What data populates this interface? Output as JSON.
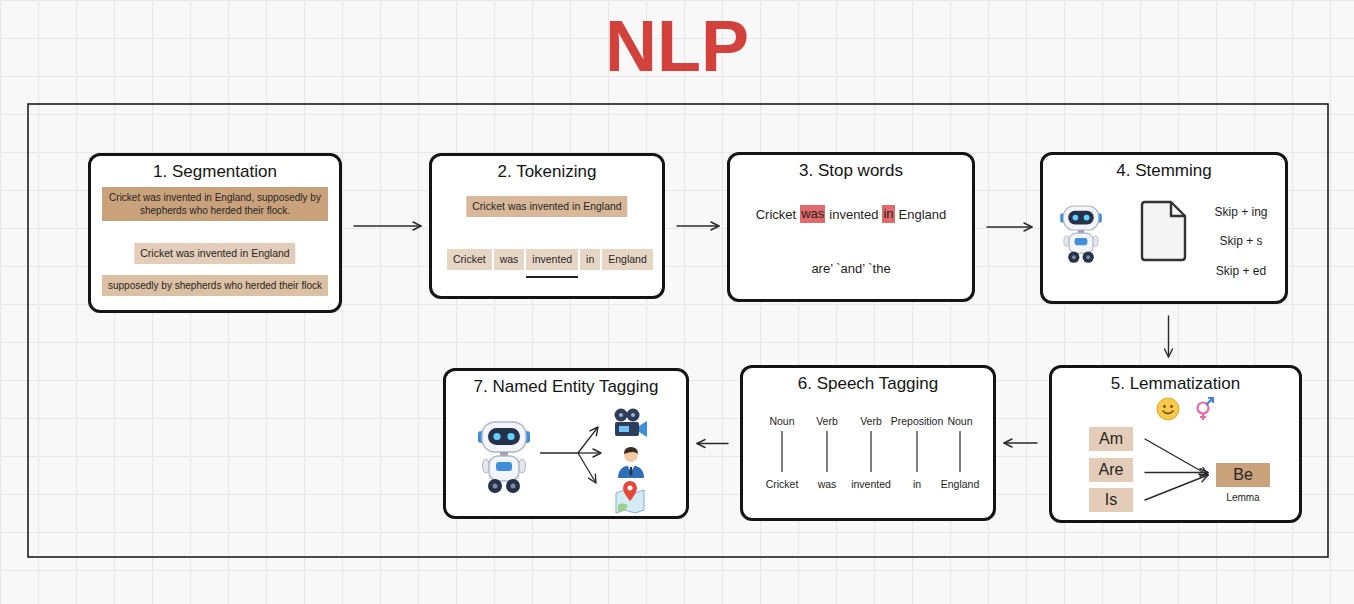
{
  "diagram": {
    "title": "NLP",
    "nodes": [
      {
        "text": [
          "1. Segmentation"
        ]
      },
      {
        "text": [
          "Cricket was invented in England, supposedly by shepherds who herded their flock."
        ],
        "in": 0
      },
      {
        "text": [
          "Cricket was invented in England"
        ],
        "in": 0
      },
      {
        "text": [
          "supposedly by shepherds who herded their flock"
        ],
        "in": 0
      },
      {
        "text": [
          "2. Tokenizing"
        ]
      },
      {
        "text": [
          "Cricket was invented in England"
        ],
        "in": 4
      },
      {
        "text": [
          "Cricket"
        ],
        "in": 4
      },
      {
        "text": [
          "was"
        ],
        "in": 4
      },
      {
        "text": [
          "invented"
        ],
        "in": 4
      },
      {
        "text": [
          "in"
        ],
        "in": 4
      },
      {
        "text": [
          "England"
        ],
        "in": 4
      },
      {
        "text": [
          "3. Stop words",
          "Cricket",
          "invented",
          "England",
          "are’ `and’ `the"
        ]
      },
      {
        "text": [
          "was"
        ],
        "in": 11
      },
      {
        "text": [
          "in"
        ],
        "in": 11
      },
      {
        "text": [
          "4. Stemming",
          "Skip + ing",
          "Skip + s",
          "Skip + ed"
        ]
      },
      {
        "text": [
          "5. Lemmatization",
          "Lemma"
        ]
      },
      {
        "text": [
          "Am"
        ],
        "in": 15
      },
      {
        "text": [
          "Are"
        ],
        "in": 15
      },
      {
        "text": [
          "Is"
        ],
        "in": 15
      },
      {
        "text": [
          "Be"
        ],
        "in": 15
      },
      {
        "text": [
          "6. Speech Tagging",
          "Noun",
          "Verb",
          "Verb",
          "Preposition",
          "Noun",
          "Cricket",
          "was",
          "invented",
          "in",
          "England"
        ]
      },
      {
        "text": [
          "7. Named Entity Tagging"
        ]
      }
    ],
    "edges": [
      {
        "from": 0,
        "to": 4,
        "arrow": "to"
      },
      {
        "from": 4,
        "to": 11,
        "arrow": "to"
      },
      {
        "from": 11,
        "to": 14,
        "arrow": "to"
      },
      {
        "from": 14,
        "to": 15,
        "arrow": "to"
      },
      {
        "from": 16,
        "to": 19,
        "arrow": "to"
      },
      {
        "from": 17,
        "to": 19,
        "arrow": "to"
      },
      {
        "from": 18,
        "to": 19,
        "arrow": "to"
      },
      {
        "from": 15,
        "to": 20,
        "arrow": "to"
      },
      {
        "from": 20,
        "to": 21,
        "arrow": "to"
      }
    ]
  }
}
